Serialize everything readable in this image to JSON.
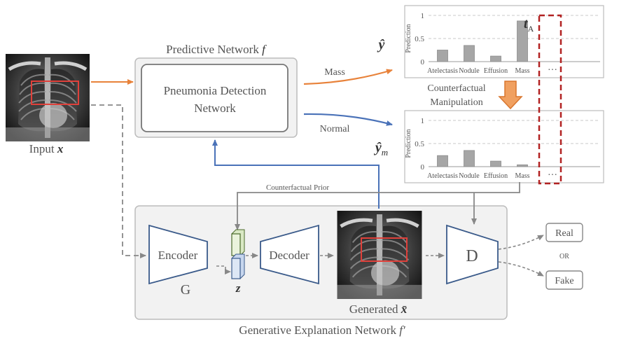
{
  "predictive": {
    "title": "Predictive Network ",
    "title_var": "f",
    "inner_line1": "Pneumonia Detection",
    "inner_line2": "Network"
  },
  "input": {
    "label": "Input ",
    "var": "x"
  },
  "arrows": {
    "mass": "Mass",
    "normal": "Normal",
    "prior": "Counterfactual Prior"
  },
  "manipulation": {
    "line1": "Counterfactual",
    "line2": "Manipulation"
  },
  "y_hat": {
    "symbol": "ŷ"
  },
  "y_hat_m": {
    "symbol": "ŷ",
    "sub": "m"
  },
  "t_a": {
    "symbol": "t",
    "sub": "A"
  },
  "generative": {
    "title": "Generative Explanation Network ",
    "title_var": "f′",
    "encoder": "Encoder",
    "decoder": "Decoder",
    "g": "G",
    "z": "z",
    "d": "D",
    "generated": "Generated ",
    "generated_var": "x̄"
  },
  "outputs": {
    "real": "Real",
    "or": "OR",
    "fake": "Fake"
  },
  "chart_data": [
    {
      "type": "bar",
      "ylabel": "Prediction",
      "categories": [
        "Atelectasis",
        "Nodule",
        "Effusion",
        "Mass"
      ],
      "values": [
        0.25,
        0.35,
        0.12,
        0.88
      ],
      "ylim": [
        0,
        1
      ],
      "yticks": [
        "1",
        "0.5",
        "0"
      ],
      "ellipsis": "···"
    },
    {
      "type": "bar",
      "ylabel": "Prediction",
      "categories": [
        "Atelectasis",
        "Nodule",
        "Effusion",
        "Mass"
      ],
      "values": [
        0.24,
        0.35,
        0.12,
        0.04
      ],
      "ylim": [
        0,
        1
      ],
      "yticks": [
        "1",
        "0.5",
        "0"
      ],
      "ellipsis": "···"
    }
  ],
  "colors": {
    "orange": "#e8823a",
    "blue": "#4a72b8",
    "red": "#e0403a",
    "darkred": "#b22222",
    "bar": "#a6a6a6",
    "panel": "#f2f2f2"
  }
}
